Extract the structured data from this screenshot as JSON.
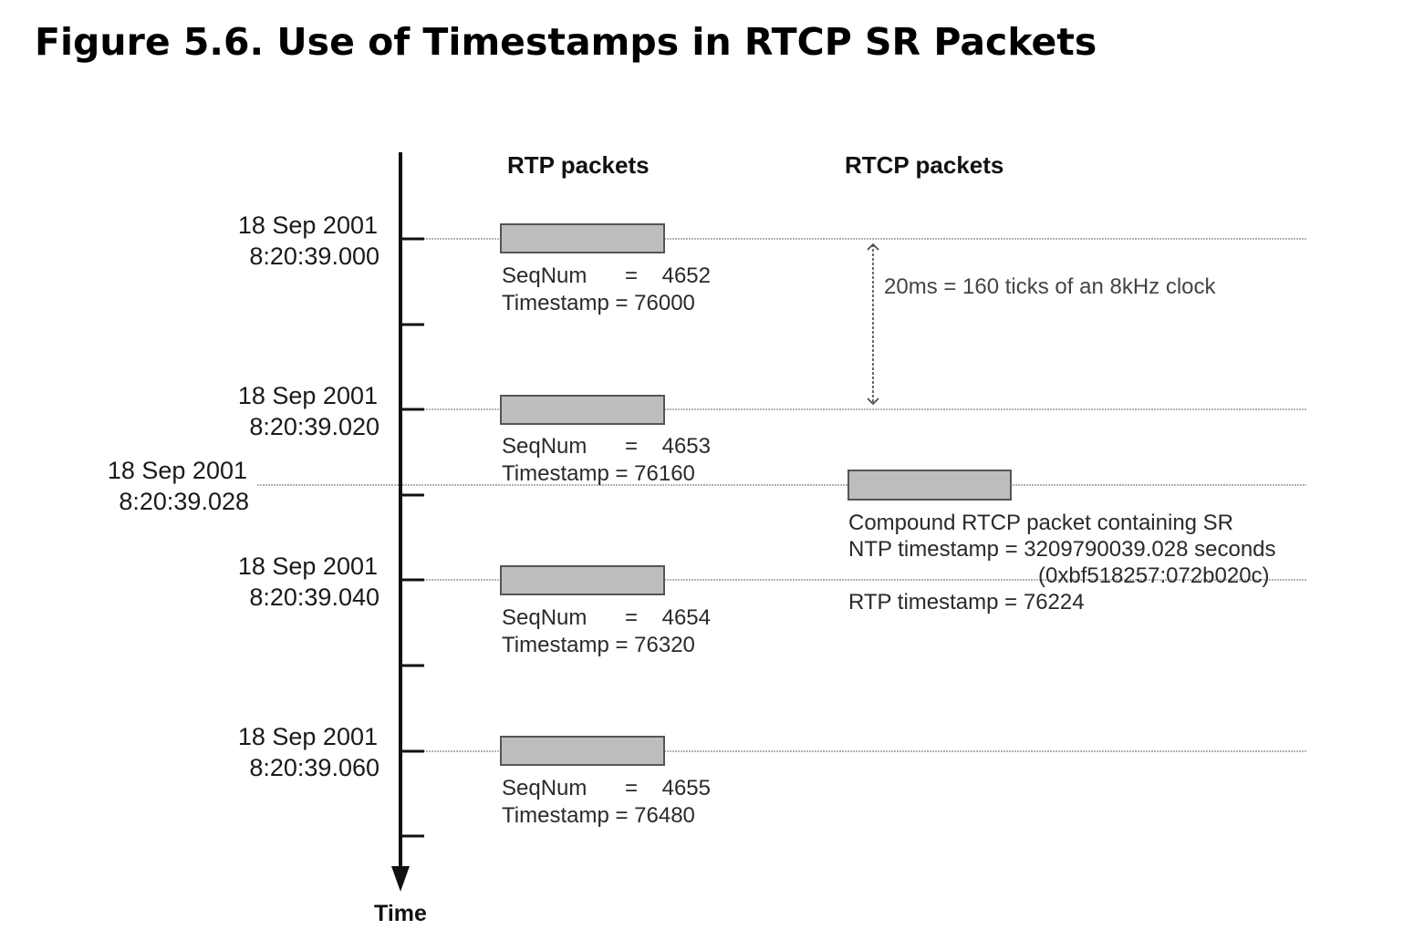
{
  "figure": {
    "title": "Figure 5.6. Use of Timestamps in RTCP SR Packets"
  },
  "columns": {
    "rtp": "RTP packets",
    "rtcp": "RTCP packets"
  },
  "axis": {
    "label": "Time"
  },
  "timestamps": [
    {
      "date": "18 Sep 2001",
      "time": "8:20:39.000"
    },
    {
      "date": "18 Sep 2001",
      "time": "8:20:39.020"
    },
    {
      "date": "18 Sep 2001",
      "time": "8:20:39.040"
    },
    {
      "date": "18 Sep 2001",
      "time": "8:20:39.060"
    }
  ],
  "sr_timestamp": {
    "date": "18 Sep 2001",
    "time": "8:20:39.028"
  },
  "rtp_packets": [
    {
      "seq_label": "SeqNum",
      "eq": "=",
      "seq": "4652",
      "ts_label": "Timestamp = 76000"
    },
    {
      "seq_label": "SeqNum",
      "eq": "=",
      "seq": "4653",
      "ts_label": "Timestamp = 76160"
    },
    {
      "seq_label": "SeqNum",
      "eq": "=",
      "seq": "4654",
      "ts_label": "Timestamp = 76320"
    },
    {
      "seq_label": "SeqNum",
      "eq": "=",
      "seq": "4655",
      "ts_label": "Timestamp = 76480"
    }
  ],
  "interval_note": "20ms = 160 ticks of an 8kHz clock",
  "rtcp_packet": {
    "description": "Compound RTCP packet containing SR",
    "ntp_timestamp": "NTP timestamp = 3209790039.028 seconds",
    "ntp_hex": "(0xbf518257:072b020c)",
    "rtp_timestamp": "RTP timestamp = 76224"
  },
  "colors": {
    "packet_fill": "#bdbdbd",
    "packet_stroke": "#555555",
    "guide_line": "#9a9a9a",
    "axis": "#111111"
  }
}
